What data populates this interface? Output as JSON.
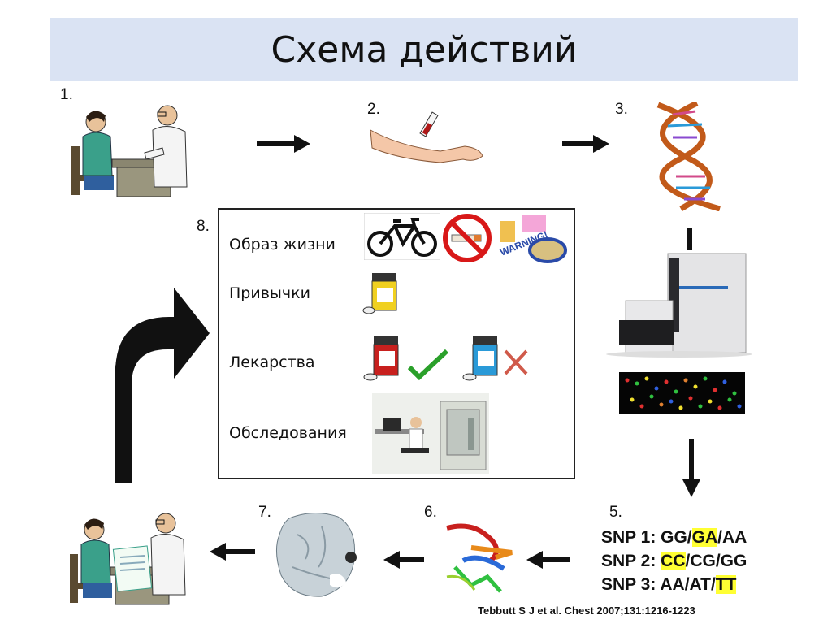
{
  "title": "Схема действий",
  "steps": {
    "s1": "1.",
    "s2": "2.",
    "s3": "3.",
    "s5": "5.",
    "s6": "6.",
    "s7": "7.",
    "s8": "8."
  },
  "box": {
    "lifestyle": "Образ  жизни",
    "habits": "Привычки",
    "drugs": "Лекарства",
    "exams": "Обследования"
  },
  "snp": {
    "rows": [
      {
        "prefix": "SNP 1: GG/",
        "highlight": "GA",
        "suffix": "/AA"
      },
      {
        "prefix": "SNP 2: ",
        "highlight": "CC",
        "suffix": "/CG/GG"
      },
      {
        "prefix": "SNP 3: AA/AT/",
        "highlight": "TT",
        "suffix": ""
      }
    ]
  },
  "microarray_label": "",
  "warning_text": "WARNING!",
  "citation": "Tebbutt S J et al. Chest 2007;131:1216-1223",
  "colors": {
    "title_bg": "#dae3f3",
    "highlight": "#ffff33",
    "patient_shirt": "#3aa08a",
    "desk": "#8a8670"
  }
}
